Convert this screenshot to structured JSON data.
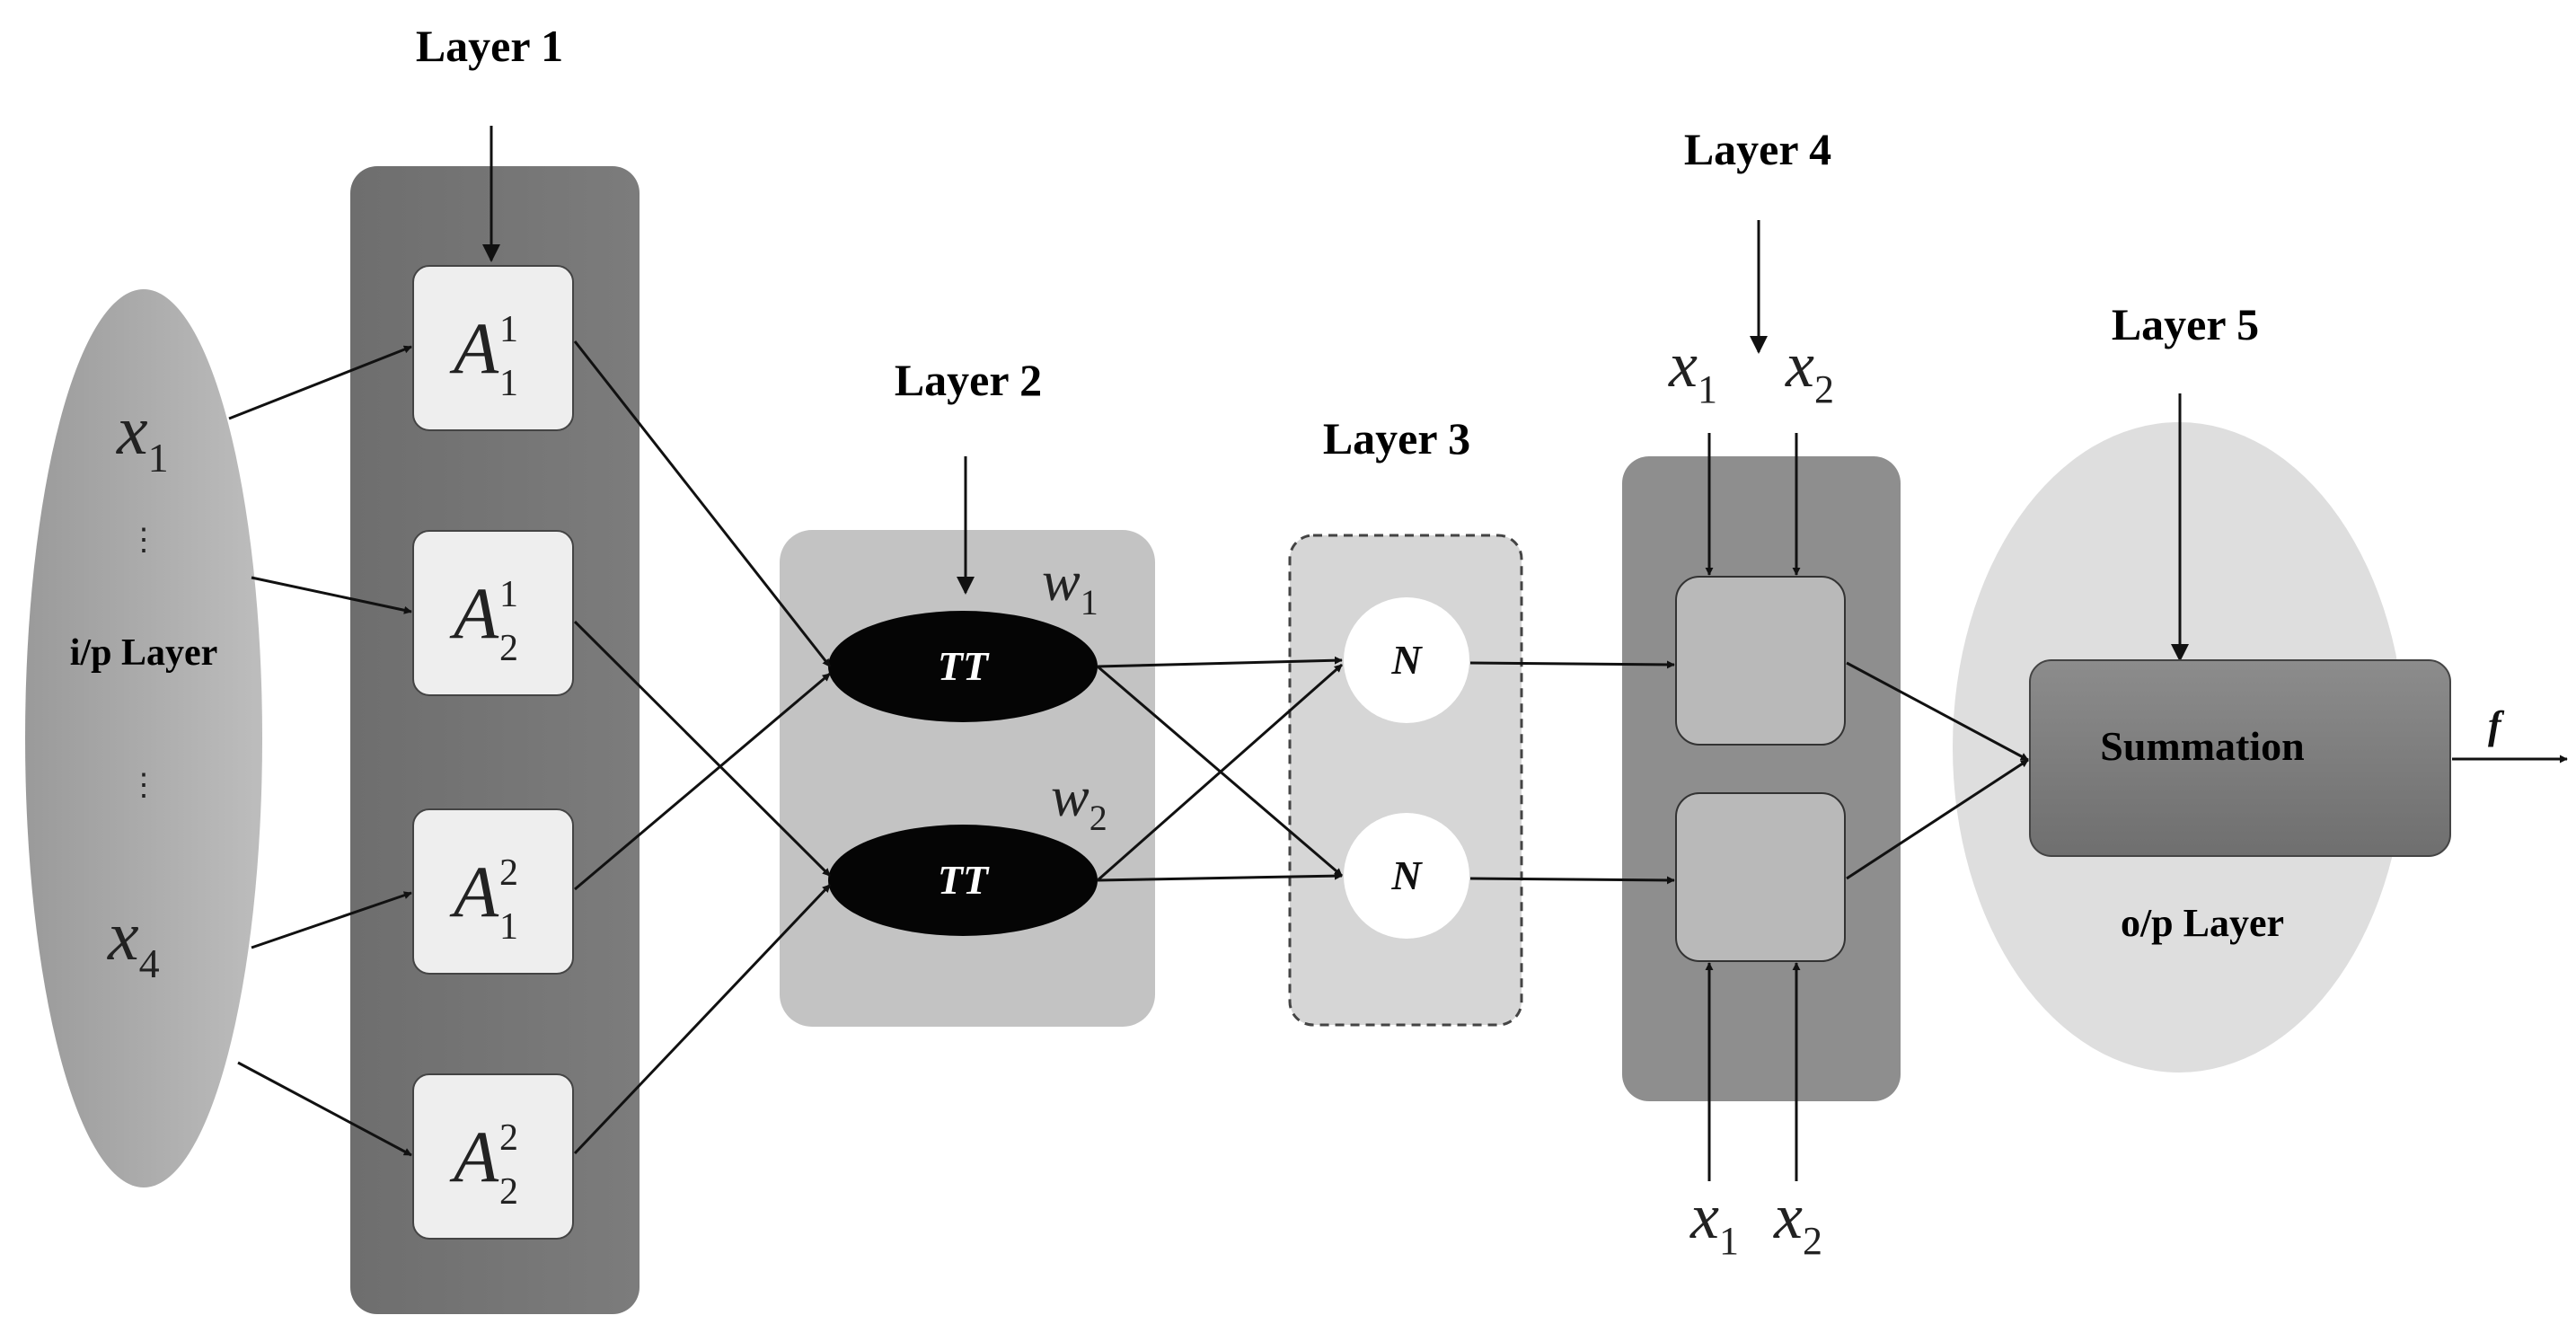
{
  "layers": {
    "layer1": "Layer 1",
    "layer2": "Layer 2",
    "layer3": "Layer 3",
    "layer4": "Layer 4",
    "layer5": "Layer 5"
  },
  "input_layer": {
    "label": "i/p Layer",
    "x1": "x",
    "x1_sub": "1",
    "x4": "x",
    "x4_sub": "4",
    "dots": "⋮"
  },
  "membership": [
    {
      "base": "A",
      "sub": "1",
      "sup": "1"
    },
    {
      "base": "A",
      "sub": "2",
      "sup": "1"
    },
    {
      "base": "A",
      "sub": "1",
      "sup": "2"
    },
    {
      "base": "A",
      "sub": "2",
      "sup": "2"
    }
  ],
  "rule_nodes": [
    {
      "label": "TT",
      "weight": "w",
      "weight_sub": "1"
    },
    {
      "label": "TT",
      "weight": "w",
      "weight_sub": "2"
    }
  ],
  "norm_nodes": [
    "N",
    "N"
  ],
  "consequent_inputs": {
    "top": [
      {
        "base": "x",
        "sub": "1"
      },
      {
        "base": "x",
        "sub": "2"
      }
    ],
    "bottom": [
      {
        "base": "x",
        "sub": "1"
      },
      {
        "base": "x",
        "sub": "2"
      }
    ]
  },
  "output_layer": {
    "summation": "Summation",
    "label": "o/p Layer",
    "output": "f"
  }
}
